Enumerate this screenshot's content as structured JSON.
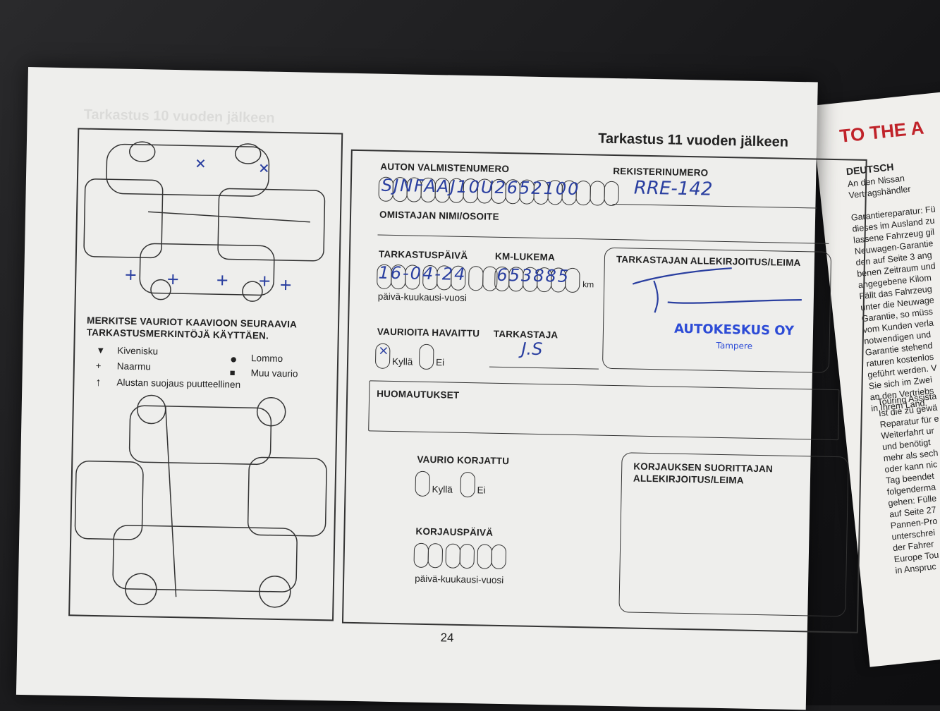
{
  "right_page": {
    "title": "TO THE A",
    "section": "DEUTSCH",
    "lines_a": "An den Nissan\nVertragshändler\n\nGarantiereparatur: Fü\ndieses im Ausland zu\nlassene Fahrzeug gil\nNeuwagen-Garantie\nden auf Seite 3 ang\nbenen Zeitraum und\nangegebene Kilom\nFällt das Fahrzeug\nunter die Neuwage\nGarantie, so müss\nvom Kunden verla\nnotwendigen und\nGarantie stehend\nraturen kostenlos\ngeführt werden. V\nSie sich im Zwei\nan den Vertriebs\nin Ihrem Land.",
    "lines_b": "Touring Assista\nIst die zu gewä\nReparatur für e\nWeiterfahrt ur\nund benötigt\nmehr als sech\noder kann nic\nTag beendet\nfolgendermа\ngehen: Fülle\nauf Seite 27\nPannen-Pro\nunterschrei\nder Fahrer\nEurope Tou\nin Anspruc"
  },
  "form": {
    "title": "Tarkastus 11 vuoden jälkeen",
    "legend_heading": "MERKITSE VAURIOT KAAVIOON SEURAAVIA TARKASTUSMERKINTÖJÄ KÄYTTÄEN.",
    "legend_items": [
      {
        "symbol": "▼",
        "label": "Kivenisku"
      },
      {
        "symbol": "●",
        "label": "Lommo"
      },
      {
        "symbol": "+",
        "label": "Naarmu"
      },
      {
        "symbol": "■",
        "label": "Muu vaurio"
      },
      {
        "symbol": "↑",
        "label": "Alustan suojaus puutteellinen"
      }
    ],
    "vin_label": "AUTON VALMISTENUMERO",
    "vin_value": "SJNFAAJ10U2652100",
    "reg_label": "REKISTERINUMERO",
    "reg_value": "RRE-142",
    "owner_label": "OMISTAJAN NIMI/OSOITE",
    "date_label": "TARKASTUSPÄIVÄ",
    "date_value": "16-04-24",
    "date_format": "päivä-kuukausi-vuosi",
    "km_label": "KM-LUKEMA",
    "km_value": "653885",
    "km_unit": "km",
    "signature_label": "TARKASTAJAN ALLEKIRJOITUS/LEIMA",
    "stamp_name": "AUTOKESKUS OY",
    "stamp_city": "Tampere",
    "damage_label": "VAURIOITA HAVAITTU",
    "yes": "Kyllä",
    "no": "Ei",
    "damage_mark": "×",
    "inspector_label": "TARKASTAJA",
    "inspector_value": "J.S",
    "remarks_label": "HUOMAUTUKSET",
    "repaired_label": "VAURIO KORJATTU",
    "repair_date_label": "KORJAUSPÄIVÄ",
    "repair_date_format": "päivä-kuukausi-vuosi",
    "repairer_label": "KORJAUKSEN SUORITTAJAN ALLEKIRJOITUS/LEIMA",
    "page_number": "24"
  },
  "ghost": {
    "prev_title": "Tarkastus 10 vuoden jälkeen"
  }
}
